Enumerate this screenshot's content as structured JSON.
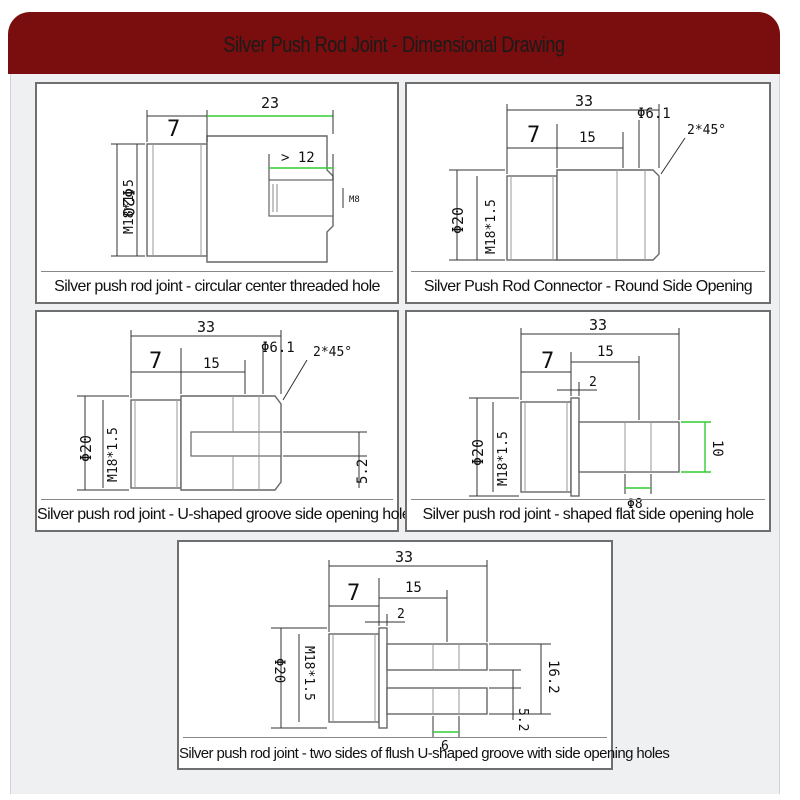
{
  "header": {
    "title": "Silver Push Rod Joint - Dimensional Drawing"
  },
  "panels": [
    {
      "caption": "Silver push rod joint - circular center threaded hole",
      "dims": {
        "d20": "Φ20",
        "m18": "M18*1.5",
        "len7": "7",
        "len23": "23",
        "gt12": "> 12",
        "m8": "M8"
      }
    },
    {
      "caption": "Silver Push Rod Connector - Round Side Opening",
      "dims": {
        "len33": "33",
        "len7": "7",
        "len15": "15",
        "d61": "Φ6.1",
        "chamfer": "2*45°",
        "d20": "Φ20",
        "m18": "M18*1.5"
      }
    },
    {
      "caption": "Silver push rod joint - U-shaped groove side opening hole",
      "dims": {
        "len33": "33",
        "len7": "7",
        "len15": "15",
        "d61": "Φ6.1",
        "chamfer": "2*45°",
        "d20": "Φ20",
        "m18": "M18*1.5",
        "w52": "5.2"
      }
    },
    {
      "caption": "Silver push rod joint - shaped flat side opening hole",
      "dims": {
        "len33": "33",
        "len7": "7",
        "len15": "15",
        "len2": "2",
        "d20": "Φ20",
        "m18": "M18*1.5",
        "h10": "10",
        "d8": "Φ8"
      }
    },
    {
      "caption": "Silver push rod joint - two sides of flush U-shaped groove with side opening holes",
      "dims": {
        "len33": "33",
        "len7": "7",
        "len15": "15",
        "len2": "2",
        "d20": "Φ20",
        "m18": "M18*1.5",
        "h162": "16.2",
        "w52": "5.2",
        "w6": "6"
      }
    }
  ],
  "colors": {
    "banner": "#7a0d0d",
    "frame": "#eef0f2",
    "highlight": "#33cc33"
  }
}
